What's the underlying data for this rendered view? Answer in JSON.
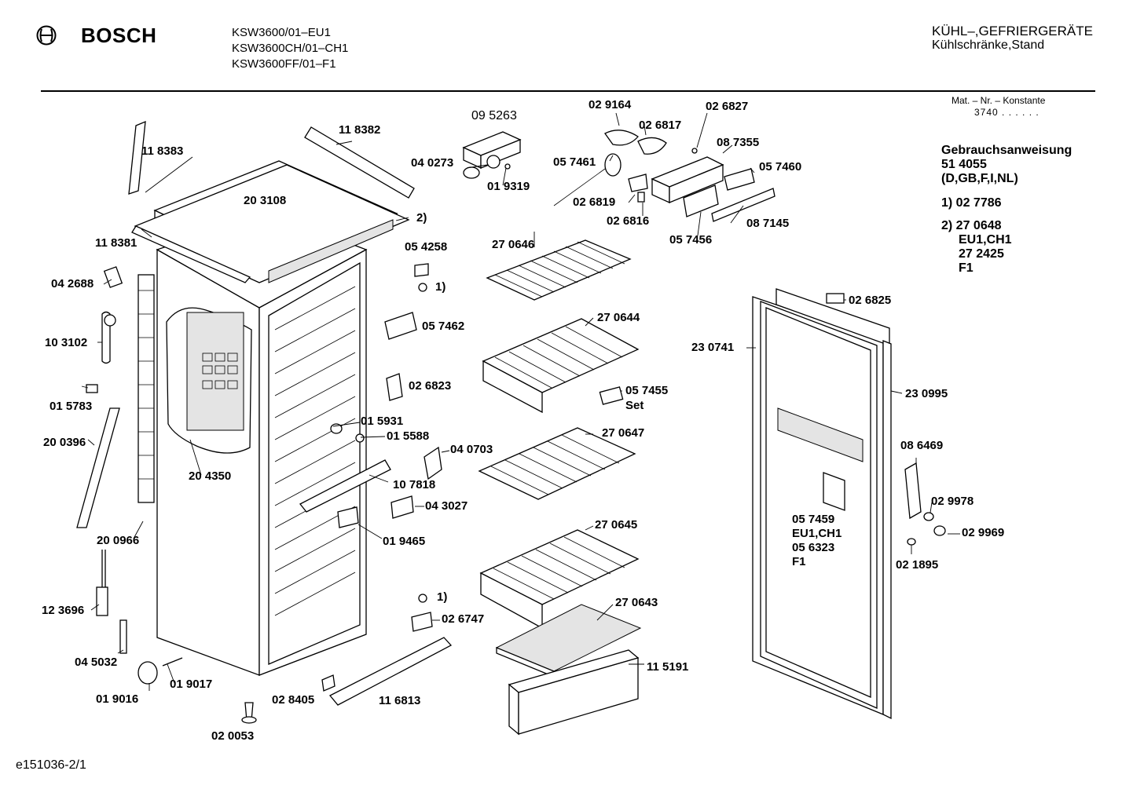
{
  "header": {
    "brand": "BOSCH",
    "models": [
      "KSW3600/01–EU1",
      "KSW3600CH/01–CH1",
      "KSW3600FF/01–F1"
    ],
    "category_line1": "KÜHL–,GEFRIERGERÄTE",
    "category_line2": "Kühlschränke,Stand"
  },
  "mat_nr": {
    "label": "Mat. – Nr. – Konstante",
    "value": "3740 . . . . . ."
  },
  "sidebar": {
    "manual_title": "Gebrauchsanweisung",
    "manual_number": "51 4055",
    "manual_languages": "(D,GB,F,I,NL)",
    "note1": "1) 02 7786",
    "note2_line1": "2) 27 0648",
    "note2_line2": "EU1,CH1",
    "note2_line3": "27 2425",
    "note2_line4": "F1"
  },
  "parts": [
    {
      "id": "p095263",
      "text": "09 5263"
    },
    {
      "id": "p029164",
      "text": "02 9164"
    },
    {
      "id": "p026827",
      "text": "02 6827"
    },
    {
      "id": "p026817",
      "text": "02 6817"
    },
    {
      "id": "p087355",
      "text": "08 7355"
    },
    {
      "id": "p118382",
      "text": "11 8382"
    },
    {
      "id": "p118383",
      "text": "11 8383"
    },
    {
      "id": "p040273",
      "text": "04 0273"
    },
    {
      "id": "p057461",
      "text": "05 7461"
    },
    {
      "id": "p057460",
      "text": "05 7460"
    },
    {
      "id": "p019319",
      "text": "01 9319"
    },
    {
      "id": "p203108",
      "text": "20 3108"
    },
    {
      "id": "p026819",
      "text": "02 6819"
    },
    {
      "id": "p026816",
      "text": "02 6816"
    },
    {
      "id": "p087145",
      "text": "08 7145"
    },
    {
      "id": "p_note2",
      "text": "2)"
    },
    {
      "id": "p118381",
      "text": "11 8381"
    },
    {
      "id": "p057456",
      "text": "05 7456"
    },
    {
      "id": "p054258",
      "text": "05 4258"
    },
    {
      "id": "p270646",
      "text": "27 0646"
    },
    {
      "id": "p_note1a",
      "text": "1)"
    },
    {
      "id": "p042688",
      "text": "04 2688"
    },
    {
      "id": "p026825",
      "text": "02 6825"
    },
    {
      "id": "p057462",
      "text": "05 7462"
    },
    {
      "id": "p270644",
      "text": "27 0644"
    },
    {
      "id": "p103102",
      "text": "10 3102"
    },
    {
      "id": "p230741",
      "text": "23 0741"
    },
    {
      "id": "p026823",
      "text": "02 6823"
    },
    {
      "id": "p015783",
      "text": "01 5783"
    },
    {
      "id": "p057455",
      "text": "05 7455"
    },
    {
      "id": "p_set",
      "text": "Set"
    },
    {
      "id": "p230995",
      "text": "23 0995"
    },
    {
      "id": "p015931",
      "text": "01 5931"
    },
    {
      "id": "p015588",
      "text": "01 5588"
    },
    {
      "id": "p270647",
      "text": "27 0647"
    },
    {
      "id": "p200396",
      "text": "20 0396"
    },
    {
      "id": "p040703",
      "text": "04 0703"
    },
    {
      "id": "p086469",
      "text": "08 6469"
    },
    {
      "id": "p204350",
      "text": "20 4350"
    },
    {
      "id": "p107818",
      "text": "10 7818"
    },
    {
      "id": "p029978",
      "text": "02 9978"
    },
    {
      "id": "p043027",
      "text": "04 3027"
    },
    {
      "id": "p057459",
      "text": "05 7459"
    },
    {
      "id": "p_eu1ch1",
      "text": "EU1,CH1"
    },
    {
      "id": "p056323",
      "text": "05 6323"
    },
    {
      "id": "p_f1",
      "text": "F1"
    },
    {
      "id": "p029969",
      "text": "02 9969"
    },
    {
      "id": "p270645",
      "text": "27 0645"
    },
    {
      "id": "p200966",
      "text": "20 0966"
    },
    {
      "id": "p019465",
      "text": "01 9465"
    },
    {
      "id": "p021895",
      "text": "02 1895"
    },
    {
      "id": "p123696",
      "text": "12 3696"
    },
    {
      "id": "p_note1b",
      "text": "1)"
    },
    {
      "id": "p026747",
      "text": "02 6747"
    },
    {
      "id": "p270643",
      "text": "27 0643"
    },
    {
      "id": "p045032",
      "text": "04 5032"
    },
    {
      "id": "p115191",
      "text": "11 5191"
    },
    {
      "id": "p019017",
      "text": "01 9017"
    },
    {
      "id": "p019016",
      "text": "01 9016"
    },
    {
      "id": "p028405",
      "text": "02 8405"
    },
    {
      "id": "p116813",
      "text": "11 6813"
    },
    {
      "id": "p020053",
      "text": "02 0053"
    }
  ],
  "footer": {
    "doc_id": "e151036-2/1"
  }
}
